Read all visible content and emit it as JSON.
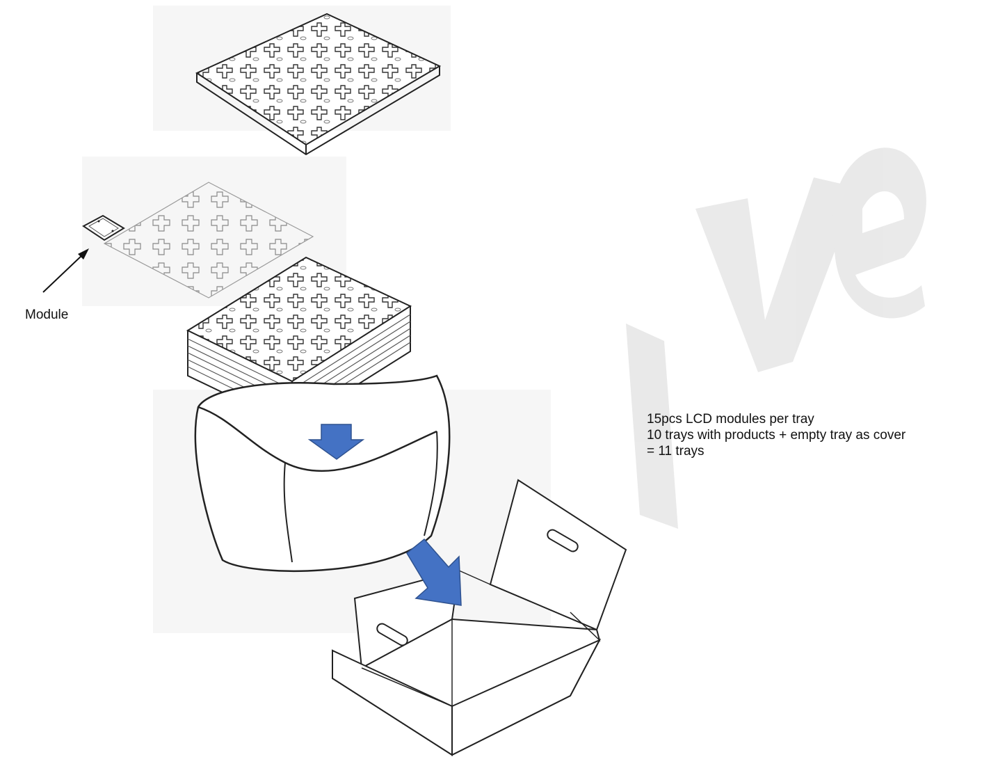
{
  "labels": {
    "module": "Module"
  },
  "notes": {
    "line1": "15pcs LCD modules per tray",
    "line2": "10 trays with products + empty tray as cover",
    "line3": "= 11 trays"
  },
  "watermark": {
    "text": "ive",
    "color": "#d8d8d8"
  },
  "colors": {
    "arrow": "#4472c4",
    "line": "#222222"
  }
}
